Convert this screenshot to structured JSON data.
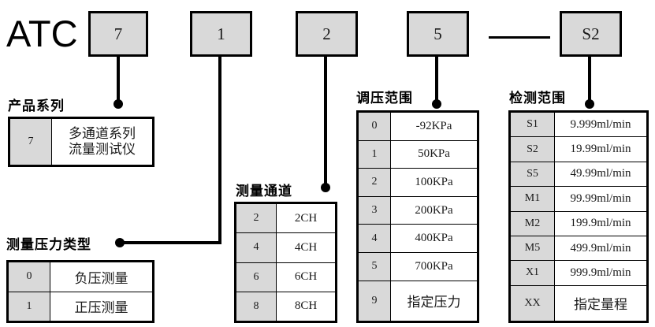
{
  "model": {
    "prefix": "ATC",
    "boxes": [
      {
        "label": "7"
      },
      {
        "label": "1"
      },
      {
        "label": "2"
      },
      {
        "label": "5"
      },
      {
        "label": "S2"
      }
    ],
    "separator": "—"
  },
  "sections": {
    "product_series": {
      "title": "产品系列",
      "rows": [
        {
          "code": "7",
          "value": "多通道系列\n流量测试仪"
        }
      ]
    },
    "pressure_type": {
      "title": "测量压力类型",
      "rows": [
        {
          "code": "0",
          "value": "负压测量"
        },
        {
          "code": "1",
          "value": "正压测量"
        }
      ]
    },
    "channels": {
      "title": "测量通道",
      "rows": [
        {
          "code": "2",
          "value": "2CH"
        },
        {
          "code": "4",
          "value": "4CH"
        },
        {
          "code": "6",
          "value": "6CH"
        },
        {
          "code": "8",
          "value": "8CH"
        }
      ]
    },
    "pressure_range": {
      "title": "调压范围",
      "rows": [
        {
          "code": "0",
          "value": "-92KPa"
        },
        {
          "code": "1",
          "value": "50KPa"
        },
        {
          "code": "2",
          "value": "100KPa"
        },
        {
          "code": "3",
          "value": "200KPa"
        },
        {
          "code": "4",
          "value": "400KPa"
        },
        {
          "code": "5",
          "value": "700KPa"
        },
        {
          "code": "9",
          "value": "指定压力"
        }
      ]
    },
    "detection_range": {
      "title": "检测范围",
      "rows": [
        {
          "code": "S1",
          "value": "9.999ml/min"
        },
        {
          "code": "S2",
          "value": "19.99ml/min"
        },
        {
          "code": "S5",
          "value": "49.99ml/min"
        },
        {
          "code": "M1",
          "value": "99.99ml/min"
        },
        {
          "code": "M2",
          "value": "199.9ml/min"
        },
        {
          "code": "M5",
          "value": "499.9ml/min"
        },
        {
          "code": "X1",
          "value": "999.9ml/min"
        },
        {
          "code": "XX",
          "value": "指定量程"
        }
      ]
    }
  },
  "colors": {
    "box_fill": "#d9d9d9",
    "line": "#000000",
    "background": "#ffffff"
  }
}
